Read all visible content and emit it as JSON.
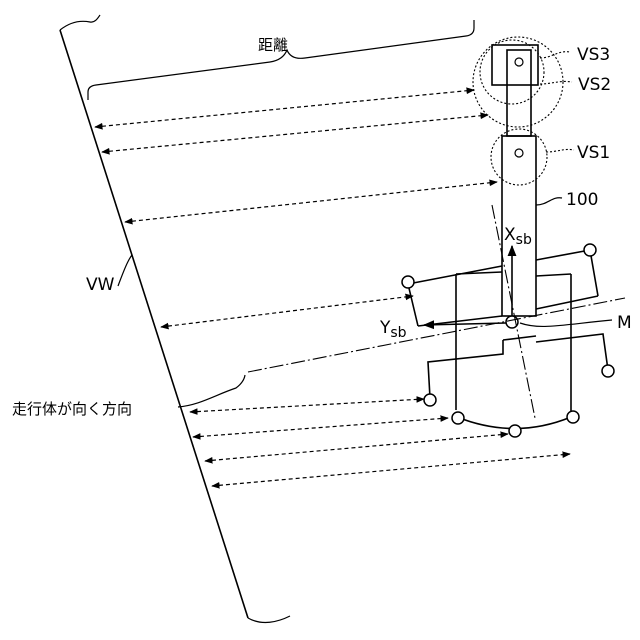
{
  "labels": {
    "distance": "距離",
    "vs3": "VS3",
    "vs2": "VS2",
    "vs1": "VS1",
    "ref_100": "100",
    "wall": "VW",
    "axis_x": "X",
    "axis_x_sub": "sb",
    "axis_y": "Y",
    "axis_y_sub": "sb",
    "point_m": "M",
    "heading": "走行体が向く方向"
  }
}
